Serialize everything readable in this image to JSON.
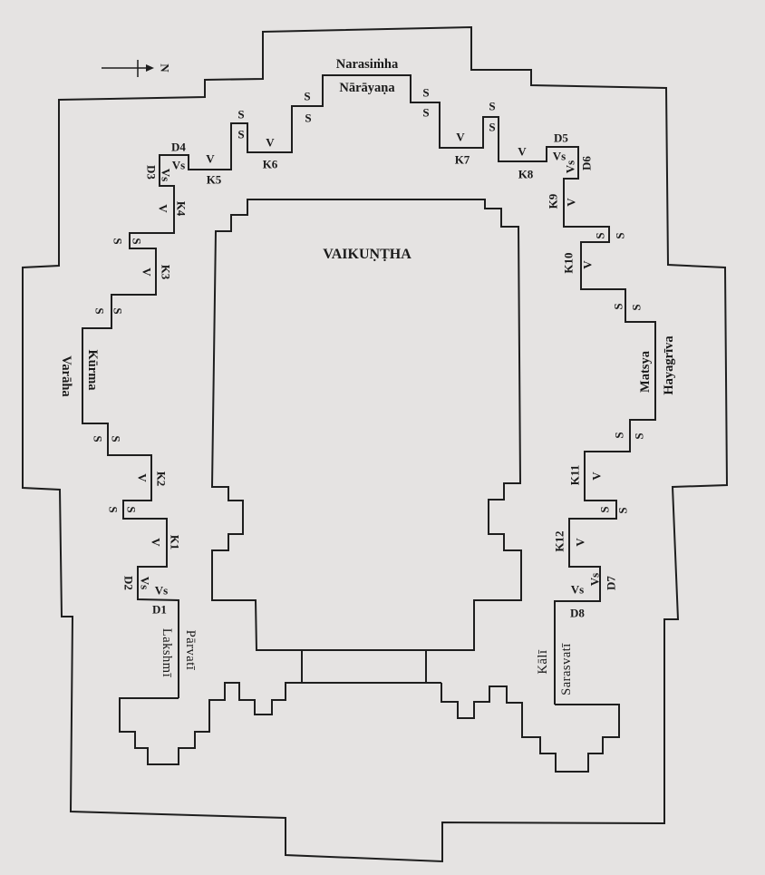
{
  "title": "VAIKUṆṬHA",
  "north_label": "N",
  "shrines": {
    "narasimha": "Narasiṁha",
    "narayana": "Nārāyaṇa",
    "kurma": "Kūrma",
    "varaha": "Varāha",
    "matsya": "Matsya",
    "hayagriva": "Hayagrīva",
    "lakshmi": "Lakshmī",
    "parvati": "Pārvatī",
    "kali": "Kālī",
    "sarasvati": "Sarasvatī"
  },
  "labels": {
    "s": "S",
    "v": "V",
    "vs": "Vs",
    "k1": "K1",
    "k2": "K2",
    "k3": "K3",
    "k4": "K4",
    "k5": "K5",
    "k6": "K6",
    "k7": "K7",
    "k8": "K8",
    "k9": "K9",
    "k10": "K10",
    "k11": "K11",
    "k12": "K12",
    "d1": "D1",
    "d2": "D2",
    "d3": "D3",
    "d4": "D4",
    "d5": "D5",
    "d6": "D6",
    "d7": "D7",
    "d8": "D8"
  },
  "colors": {
    "paper": "#e5e3e2",
    "ink": "#1e1e1e"
  }
}
